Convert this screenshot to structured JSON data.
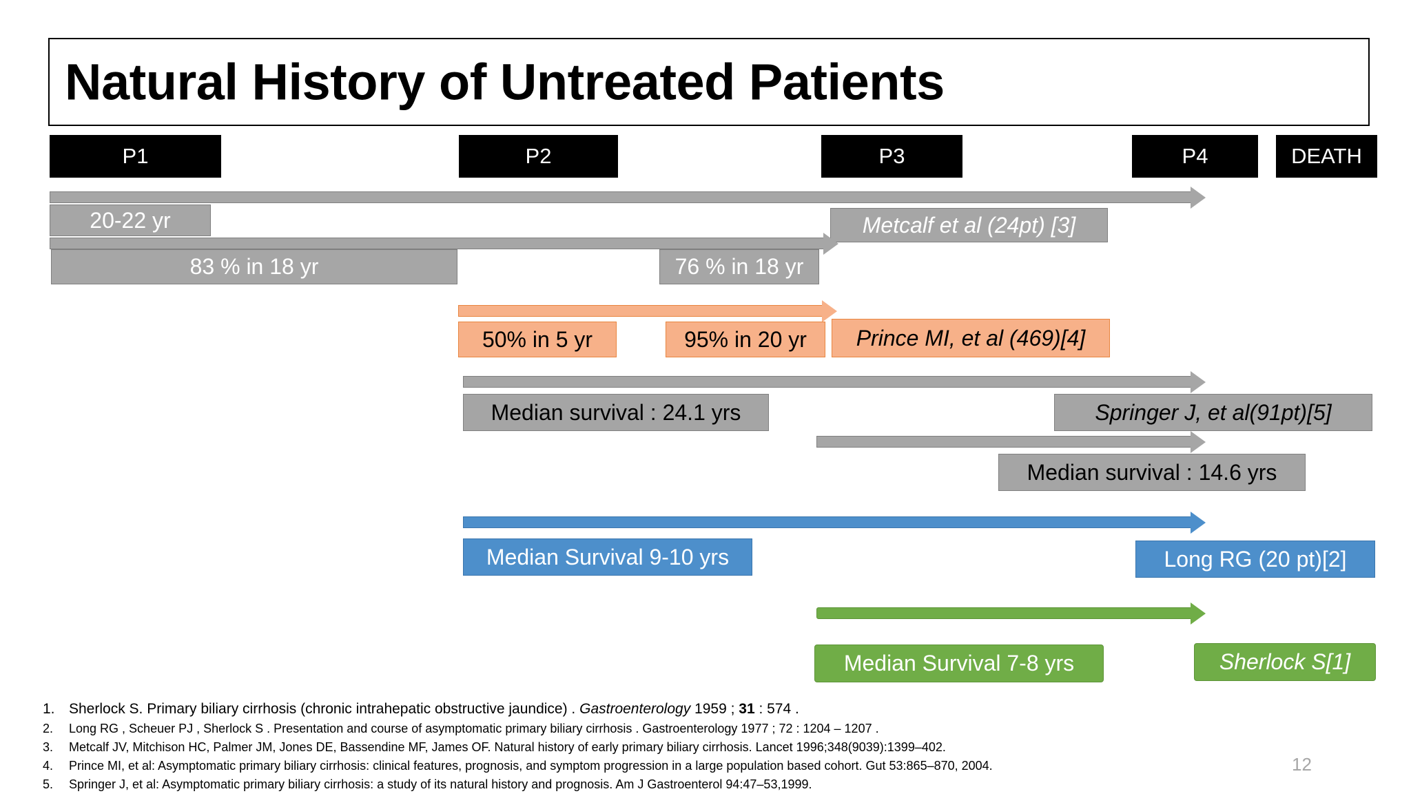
{
  "slide": {
    "title": "Natural History of Untreated Patients",
    "page_number": "12"
  },
  "phases": [
    {
      "label": "P1"
    },
    {
      "label": "P2"
    },
    {
      "label": "P3"
    },
    {
      "label": "P4"
    },
    {
      "label": "DEATH"
    }
  ],
  "studies": {
    "metcalf": {
      "citation": "Metcalf et al (24pt) [3]",
      "duration": "20-22 yr",
      "stat_1": "83 % in 18 yr",
      "stat_2": "76 % in 18 yr"
    },
    "prince": {
      "citation": "Prince MI, et al (469)[4]",
      "stat_1": "50% in 5 yr",
      "stat_2": "95% in 20 yr"
    },
    "springer": {
      "citation": "Springer J, et al(91pt)[5]",
      "median_survival_1": "Median survival : 24.1 yrs",
      "median_survival_2": "Median survival : 14.6 yrs"
    },
    "long": {
      "citation": "Long RG (20 pt)[2]",
      "median_survival": "Median Survival 9-10 yrs"
    },
    "sherlock": {
      "citation": "Sherlock S[1]",
      "median_survival": "Median Survival 7-8 yrs"
    }
  },
  "references": [
    {
      "num": "1.",
      "parts": [
        {
          "text": "Sherlock S. Primary biliary cirrhosis (chronic intrahepatic obstructive jaundice) . ",
          "style": "normal"
        },
        {
          "text": "Gastroenterology",
          "style": "italic"
        },
        {
          "text": " 1959 ; ",
          "style": "normal"
        },
        {
          "text": "31",
          "style": "bold"
        },
        {
          "text": " : 574 .",
          "style": "normal"
        }
      ]
    },
    {
      "num": "2.",
      "parts": [
        {
          "text": "Long RG , Scheuer PJ , Sherlock S . Presentation and course of asymptomatic primary biliary cirrhosis . Gastroenterology 1977 ; 72 : 1204 – 1207 .",
          "style": "normal"
        }
      ]
    },
    {
      "num": "3.",
      "parts": [
        {
          "text": "Metcalf JV, Mitchison HC, Palmer JM, Jones DE, Bassendine MF, James OF. Natural history of early primary biliary cirrhosis. Lancet 1996;348(9039):1399–402.",
          "style": "normal"
        }
      ]
    },
    {
      "num": "4.",
      "parts": [
        {
          "text": "Prince MI, et al: Asymptomatic primary biliary cirrhosis: clinical features, prognosis, and symptom progression in a large population based cohort. Gut 53:865–870, 2004.",
          "style": "normal"
        }
      ]
    },
    {
      "num": "5.",
      "parts": [
        {
          "text": "Springer J, et al: Asymptomatic primary biliary cirrhosis: a study of its natural history and prognosis. Am J Gastroenterol 94:47–53,1999.",
          "style": "normal"
        }
      ]
    }
  ],
  "colors": {
    "gray": "#a6a6a6",
    "orange": "#f7b189",
    "blue": "#4d8fcb",
    "green": "#70ad47",
    "black": "#000000"
  }
}
